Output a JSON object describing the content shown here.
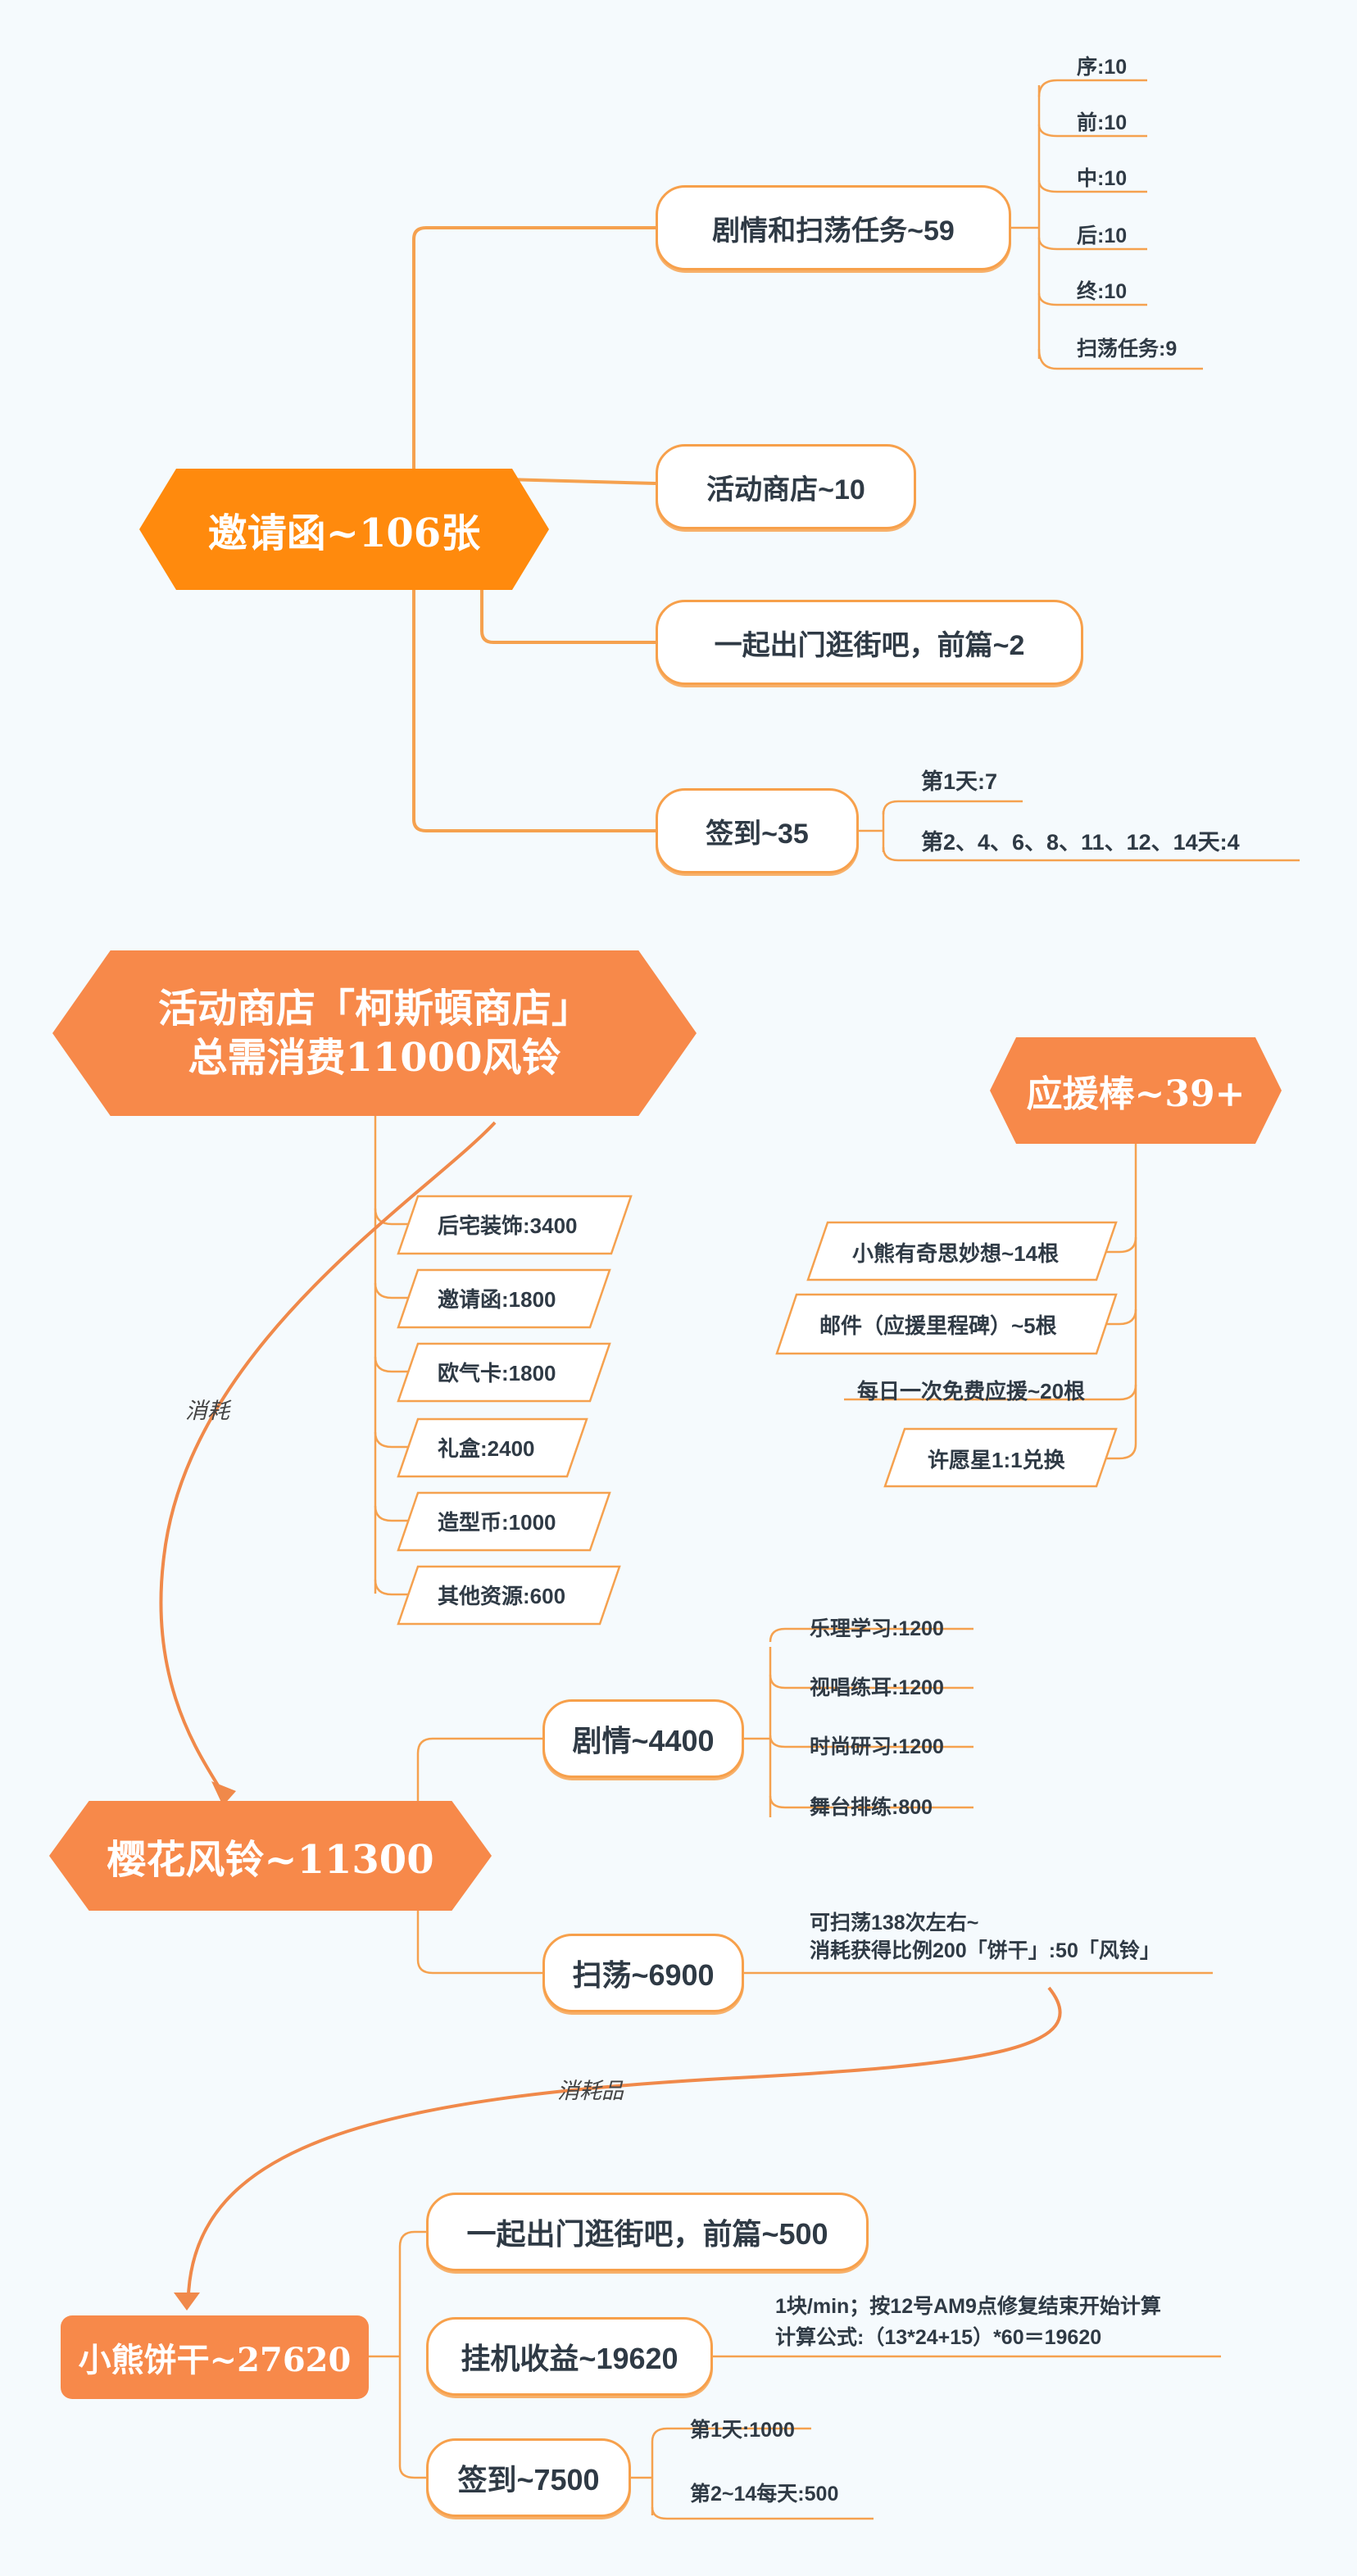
{
  "invites": {
    "root": "邀请函~106张",
    "branches": {
      "story": "剧情和扫荡任务~59",
      "shop": "活动商店~10",
      "outing": "一起出门逛街吧，前篇~2",
      "signin": "签到~35"
    },
    "story_leaves": [
      "序:10",
      "前:10",
      "中:10",
      "后:10",
      "终:10",
      "扫荡任务:9"
    ],
    "signin_leaves": [
      "第1天:7",
      "第2、4、6、8、11、12、14天:4"
    ]
  },
  "shop": {
    "root_line1": "活动商店「柯斯頓商店」",
    "root_line2": "总需消费11000风铃",
    "items": [
      "后宅装饰:3400",
      "邀请函:1800",
      "欧气卡:1800",
      "礼盒:2400",
      "造型币:1000",
      "其他资源:600"
    ],
    "arrow_label": "消耗"
  },
  "cheer": {
    "root": "应援棒~39+",
    "items": [
      "小熊有奇思妙想~14根",
      "邮件（应援里程碑）~5根",
      "每日一次免费应援~20根",
      "许愿星1:1兑换"
    ]
  },
  "bells": {
    "root": "樱花风铃~11300",
    "story": "剧情~4400",
    "story_leaves": [
      "乐理学习:1200",
      "视唱练耳:1200",
      "时尚研习:1200",
      "舞台排练:800"
    ],
    "sweep": "扫荡~6900",
    "sweep_note_line1": "可扫荡138次左右~",
    "sweep_note_line2": "消耗获得比例200「饼干」:50「风铃」",
    "arrow_label": "消耗品"
  },
  "biscuits": {
    "root": "小熊饼干~27620",
    "outing": "一起出门逛街吧，前篇~500",
    "idle": "挂机收益~19620",
    "idle_note_line1": "1块/min；按12号AM9点修复结束开始计算",
    "idle_note_line2": "计算公式:（13*24+15）*60＝19620",
    "signin": "签到~7500",
    "signin_leaves": [
      "第1天:1000",
      "第2~14每天:500"
    ]
  },
  "colors": {
    "orange_dark": "#ff8a0d",
    "orange_mid": "#f7894a",
    "line": "#f5a04e",
    "text": "#2f3a45"
  }
}
